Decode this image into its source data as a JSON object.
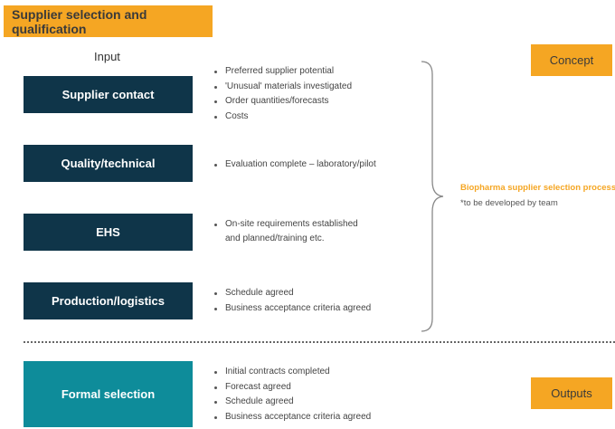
{
  "title": "Supplier selection and qualification",
  "input_label": "Input",
  "categories": [
    {
      "label": "Supplier contact",
      "bullets": [
        "Preferred supplier potential",
        "'Unusual' materials investigated",
        "Order quantities/forecasts",
        "Costs"
      ]
    },
    {
      "label": "Quality/technical",
      "bullets": [
        "Evaluation complete – laboratory/pilot"
      ]
    },
    {
      "label": "EHS",
      "bullets": [
        "On-site requirements established"
      ],
      "continuation": "and planned/training etc."
    },
    {
      "label": "Production/logistics",
      "bullets": [
        "Schedule agreed",
        "Business acceptance criteria agreed"
      ]
    }
  ],
  "formal_selection": {
    "label": "Formal selection",
    "bullets": [
      "Initial contracts completed",
      "Forecast agreed",
      "Schedule agreed",
      "Business acceptance criteria agreed"
    ]
  },
  "concept_label": "Concept",
  "outputs_label": "Outputs",
  "process_label": "Biopharma supplier selection process",
  "process_note": "*to be developed by team",
  "colors": {
    "orange": "#f5a623",
    "navy": "#0f3549",
    "teal": "#0e8c9a"
  }
}
